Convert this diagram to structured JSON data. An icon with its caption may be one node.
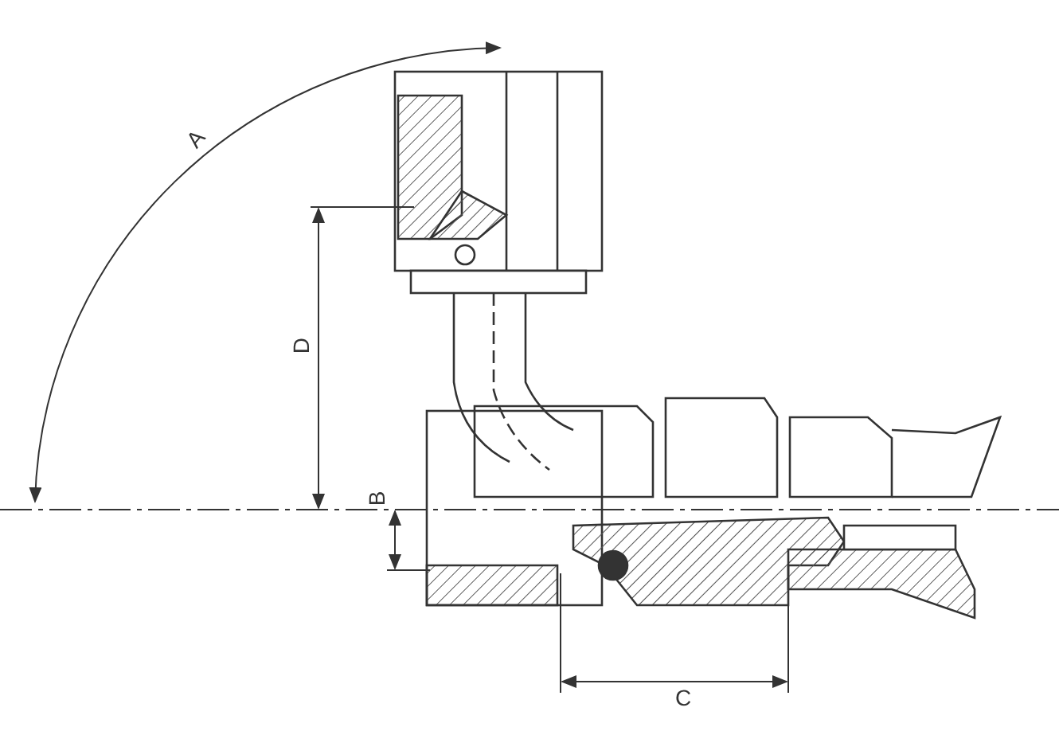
{
  "diagram": {
    "labels": [
      "A",
      "D",
      "B",
      "C"
    ]
  }
}
